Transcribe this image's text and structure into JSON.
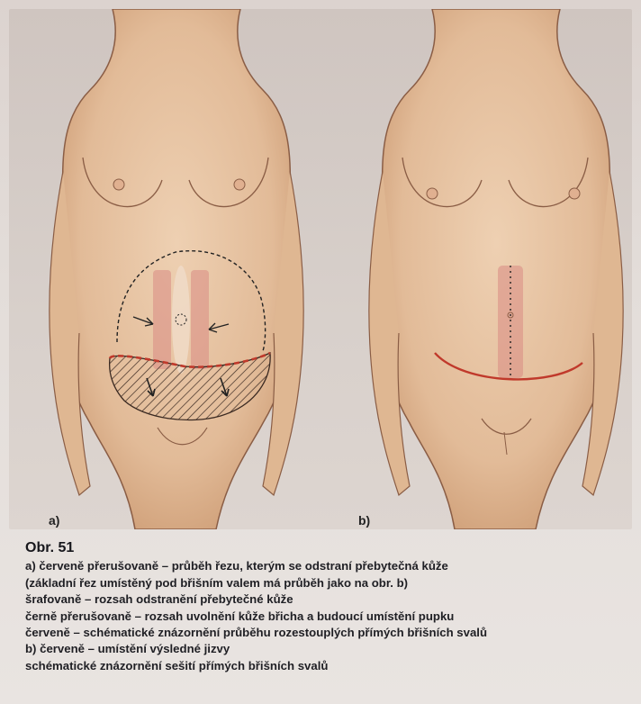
{
  "panels": {
    "a_label": "a)",
    "b_label": "b)"
  },
  "caption": {
    "title": "Obr. 51",
    "lines": [
      "a) červeně přerušovaně – průběh řezu, kterým se odstraní přebytečná kůže",
      "(základní řez umístěný pod břišním valem má průběh jako na obr. b)",
      "šrafovaně – rozsah odstranění přebytečné kůže",
      "černě přerušovaně – rozsah uvolnění kůže břicha a budoucí umístění pupku",
      "červeně – schématické znázornění průběhu rozestouplých přímých břišních svalů",
      "b) červeně – umístění výsledné jizvy",
      "schématické znázornění sešití přímých břišních svalů"
    ]
  },
  "colors": {
    "skin": "#e6c4a3",
    "skin_shadow": "#c99873",
    "outline": "#8a5d45",
    "incision_red": "#c0392b",
    "muscle_red": "#d98a84"
  }
}
